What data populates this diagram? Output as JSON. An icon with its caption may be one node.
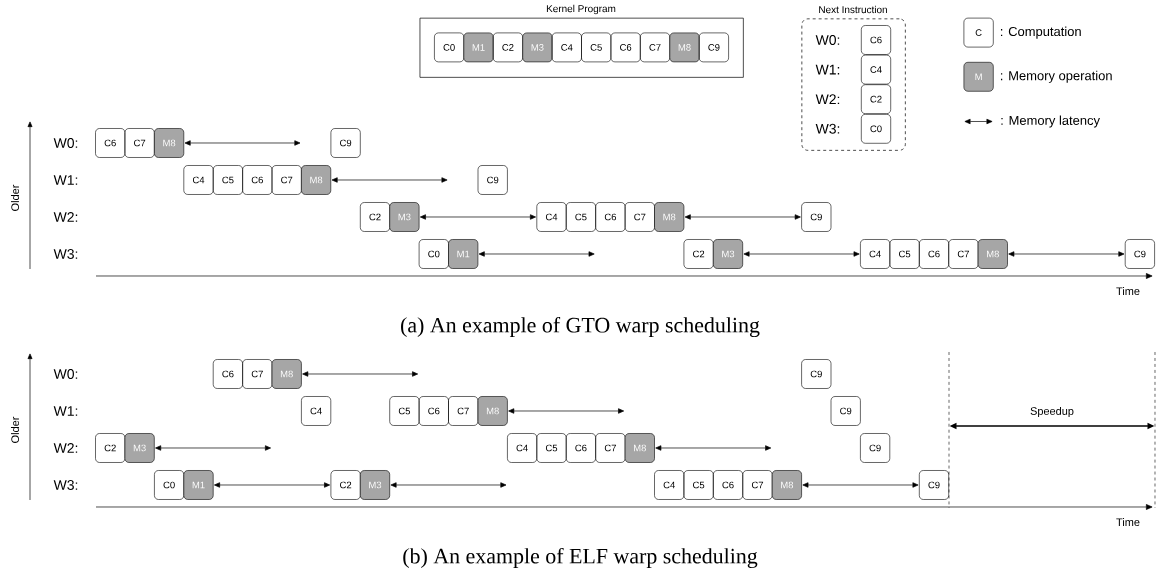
{
  "diagram": {
    "nodes": [
      {
        "text": [
          "Kernel Program"
        ]
      },
      {
        "text": [
          "C0"
        ],
        "in": 0
      },
      {
        "text": [
          "M1"
        ],
        "in": 0
      },
      {
        "text": [
          "C2"
        ],
        "in": 0
      },
      {
        "text": [
          "M3"
        ],
        "in": 0
      },
      {
        "text": [
          "C4"
        ],
        "in": 0
      },
      {
        "text": [
          "C5"
        ],
        "in": 0
      },
      {
        "text": [
          "C6"
        ],
        "in": 0
      },
      {
        "text": [
          "C7"
        ],
        "in": 0
      },
      {
        "text": [
          "M8"
        ],
        "in": 0
      },
      {
        "text": [
          "C9"
        ],
        "in": 0
      },
      {
        "text": [
          "Next Instruction",
          "W0:",
          "W1:",
          "W2:",
          "W3:"
        ]
      },
      {
        "text": [
          "C6"
        ],
        "in": 11
      },
      {
        "text": [
          "C4"
        ],
        "in": 11
      },
      {
        "text": [
          "C2"
        ],
        "in": 11
      },
      {
        "text": [
          "C0"
        ],
        "in": 11
      },
      {
        "text": [
          "C"
        ],
        "beside": [
          ": Computation"
        ]
      },
      {
        "text": [
          "M"
        ],
        "beside": [
          ": Memory operation"
        ]
      },
      {
        "text": [
          "C6"
        ]
      },
      {
        "text": [
          "C7"
        ]
      },
      {
        "text": [
          "M8"
        ]
      },
      {
        "text": [
          "C9"
        ]
      },
      {
        "text": [
          "C4"
        ]
      },
      {
        "text": [
          "C5"
        ]
      },
      {
        "text": [
          "C6"
        ]
      },
      {
        "text": [
          "C7"
        ]
      },
      {
        "text": [
          "M8"
        ]
      },
      {
        "text": [
          "C9"
        ]
      },
      {
        "text": [
          "C2"
        ]
      },
      {
        "text": [
          "M3"
        ]
      },
      {
        "text": [
          "C4"
        ]
      },
      {
        "text": [
          "C5"
        ]
      },
      {
        "text": [
          "C6"
        ]
      },
      {
        "text": [
          "C7"
        ]
      },
      {
        "text": [
          "M8"
        ]
      },
      {
        "text": [
          "C9"
        ]
      },
      {
        "text": [
          "C0"
        ]
      },
      {
        "text": [
          "M1"
        ]
      },
      {
        "text": [
          "C2"
        ]
      },
      {
        "text": [
          "M3"
        ]
      },
      {
        "text": [
          "C4"
        ]
      },
      {
        "text": [
          "C5"
        ]
      },
      {
        "text": [
          "C6"
        ]
      },
      {
        "text": [
          "C7"
        ]
      },
      {
        "text": [
          "M8"
        ]
      },
      {
        "text": [
          "C9"
        ]
      },
      {
        "text": [
          "C6"
        ]
      },
      {
        "text": [
          "C7"
        ]
      },
      {
        "text": [
          "M8"
        ]
      },
      {
        "text": [
          "C9"
        ]
      },
      {
        "text": [
          "C4"
        ]
      },
      {
        "text": [
          "C5"
        ]
      },
      {
        "text": [
          "C6"
        ]
      },
      {
        "text": [
          "C7"
        ]
      },
      {
        "text": [
          "M8"
        ]
      },
      {
        "text": [
          "C9"
        ]
      },
      {
        "text": [
          "C2"
        ]
      },
      {
        "text": [
          "M3"
        ]
      },
      {
        "text": [
          "C4"
        ]
      },
      {
        "text": [
          "C5"
        ]
      },
      {
        "text": [
          "C6"
        ]
      },
      {
        "text": [
          "C7"
        ]
      },
      {
        "text": [
          "M8"
        ]
      },
      {
        "text": [
          "C9"
        ]
      },
      {
        "text": [
          "C0"
        ]
      },
      {
        "text": [
          "M1"
        ]
      },
      {
        "text": [
          "C2"
        ]
      },
      {
        "text": [
          "M3"
        ]
      },
      {
        "text": [
          "C4"
        ]
      },
      {
        "text": [
          "C5"
        ]
      },
      {
        "text": [
          "C6"
        ]
      },
      {
        "text": [
          "C7"
        ]
      },
      {
        "text": [
          "M8"
        ]
      },
      {
        "text": [
          "C9"
        ]
      }
    ],
    "edges": [
      {
        "from": 20,
        "to": null,
        "arrow": "both"
      },
      {
        "from": 26,
        "to": null,
        "arrow": "both"
      },
      {
        "from": 29,
        "to": 30,
        "arrow": "both"
      },
      {
        "from": 34,
        "to": 35,
        "arrow": "both"
      },
      {
        "from": 37,
        "to": null,
        "arrow": "both"
      },
      {
        "from": 39,
        "to": 40,
        "arrow": "both"
      },
      {
        "from": 44,
        "to": 45,
        "arrow": "both"
      },
      {
        "from": 48,
        "to": null,
        "arrow": "both"
      },
      {
        "from": 54,
        "to": null,
        "arrow": "both"
      },
      {
        "from": 57,
        "to": null,
        "arrow": "both"
      },
      {
        "from": 62,
        "to": null,
        "arrow": "both"
      },
      {
        "from": 65,
        "to": 66,
        "arrow": "both"
      },
      {
        "from": 67,
        "to": null,
        "arrow": "both"
      },
      {
        "from": 72,
        "to": 73,
        "arrow": "both"
      }
    ],
    "labels": [
      "Older",
      "W0:",
      "W1:",
      "W2:",
      "W3:",
      "Time",
      "(a) An example of GTO warp scheduling",
      "Older",
      "W0:",
      "W1:",
      "W2:",
      "W3:",
      "Speedup",
      "Time",
      "(b) An example of ELF warp scheduling"
    ],
    "legend": [
      {
        "text": ": Memory latency"
      }
    ]
  }
}
